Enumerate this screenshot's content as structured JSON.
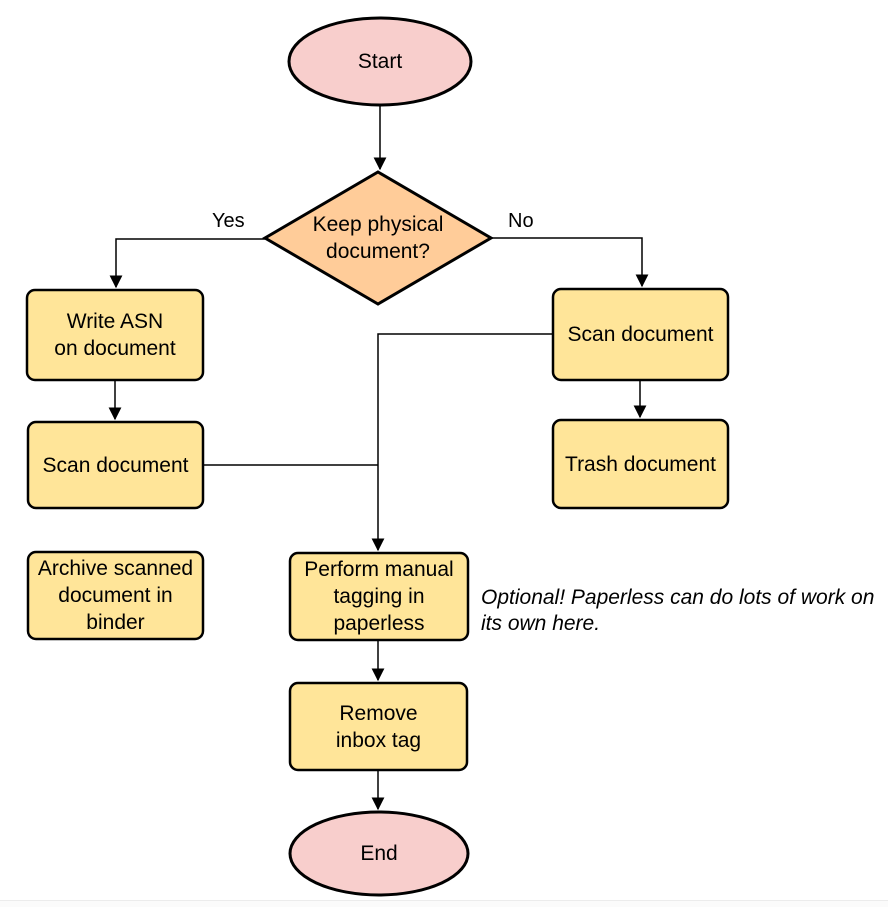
{
  "diagram": {
    "type": "flowchart",
    "colors": {
      "terminal_fill": "#f8cecc",
      "decision_fill": "#ffcc99",
      "process_fill": "#ffe599",
      "stroke": "#000000",
      "background": "#ffffff"
    },
    "nodes": {
      "start": {
        "shape": "ellipse",
        "label": "Start"
      },
      "decision": {
        "shape": "diamond",
        "label": "Keep physical\ndocument?"
      },
      "write_asn": {
        "shape": "rounded-rect",
        "label": "Write ASN\non document"
      },
      "scan_left": {
        "shape": "rounded-rect",
        "label": "Scan document"
      },
      "archive": {
        "shape": "rounded-rect",
        "label": "Archive scanned\ndocument in\nbinder"
      },
      "scan_right": {
        "shape": "rounded-rect",
        "label": "Scan document"
      },
      "trash": {
        "shape": "rounded-rect",
        "label": "Trash document"
      },
      "perform_tagging": {
        "shape": "rounded-rect",
        "label": "Perform manual\ntagging in\npaperless"
      },
      "remove_inbox": {
        "shape": "rounded-rect",
        "label": "Remove\ninbox tag"
      },
      "end": {
        "shape": "ellipse",
        "label": "End"
      }
    },
    "edge_labels": {
      "yes": "Yes",
      "no": "No"
    },
    "annotation": "Optional! Paperless can do lots of work on\nits own here."
  }
}
